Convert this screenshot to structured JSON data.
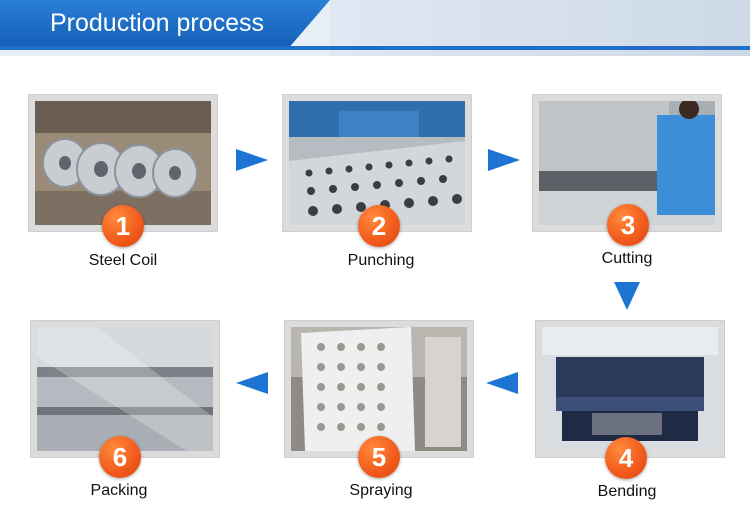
{
  "header": {
    "title": "Production process"
  },
  "steps": [
    {
      "number": "1",
      "label": "Steel Coil"
    },
    {
      "number": "2",
      "label": "Punching"
    },
    {
      "number": "3",
      "label": "Cutting"
    },
    {
      "number": "4",
      "label": "Bending"
    },
    {
      "number": "5",
      "label": "Spraying"
    },
    {
      "number": "6",
      "label": "Packing"
    }
  ],
  "colors": {
    "accent": "#1e74d2",
    "badge": "#f1591a"
  }
}
